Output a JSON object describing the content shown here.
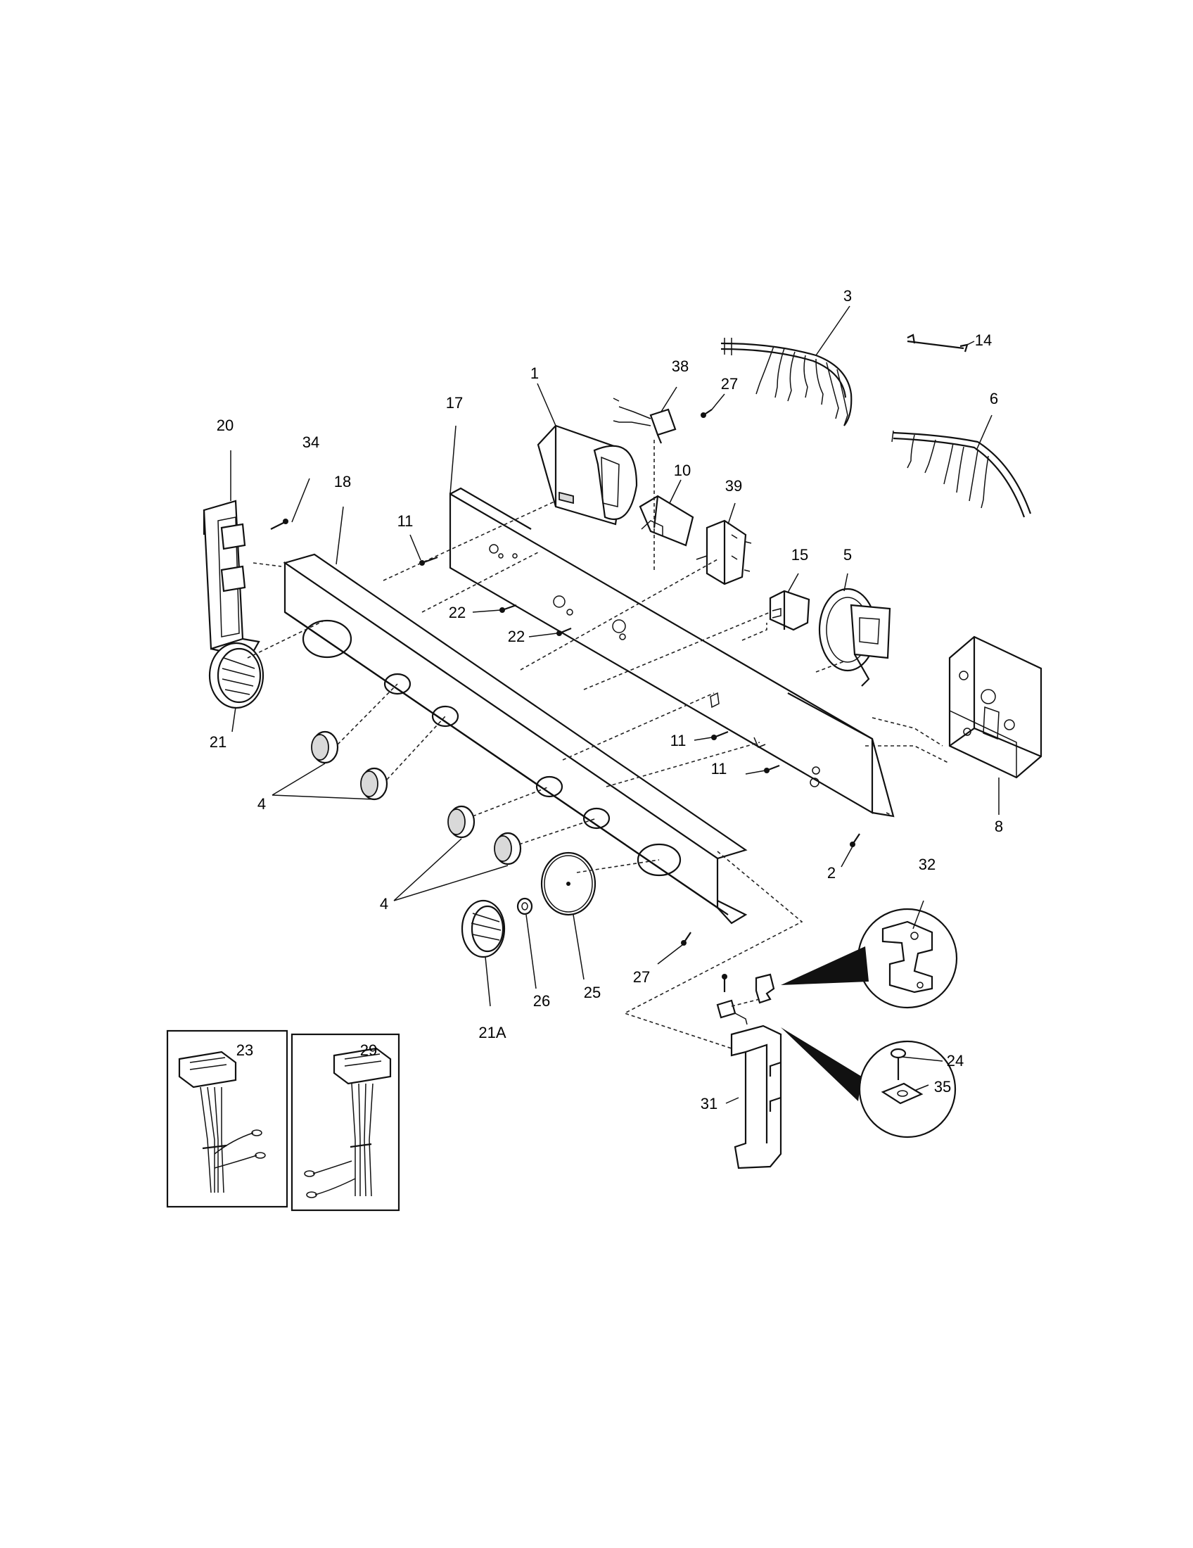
{
  "callouts": {
    "c1": "1",
    "c2": "2",
    "c3": "3",
    "c4a": "4",
    "c4b": "4",
    "c5": "5",
    "c6": "6",
    "c8": "8",
    "c10": "10",
    "c11a": "11",
    "c11b": "11",
    "c11c": "11",
    "c14": "14",
    "c15": "15",
    "c17": "17",
    "c18": "18",
    "c20": "20",
    "c21": "21",
    "c21a": "21A",
    "c22a": "22",
    "c22b": "22",
    "c23": "23",
    "c24": "24",
    "c25": "25",
    "c26": "26",
    "c27a": "27",
    "c27b": "27",
    "c29": "29",
    "c31": "31",
    "c32": "32",
    "c34": "34",
    "c35": "35",
    "c38": "38",
    "c39": "39"
  },
  "colors": {
    "line": "#111111",
    "background": "#ffffff",
    "shade": "#d9d9d9"
  }
}
